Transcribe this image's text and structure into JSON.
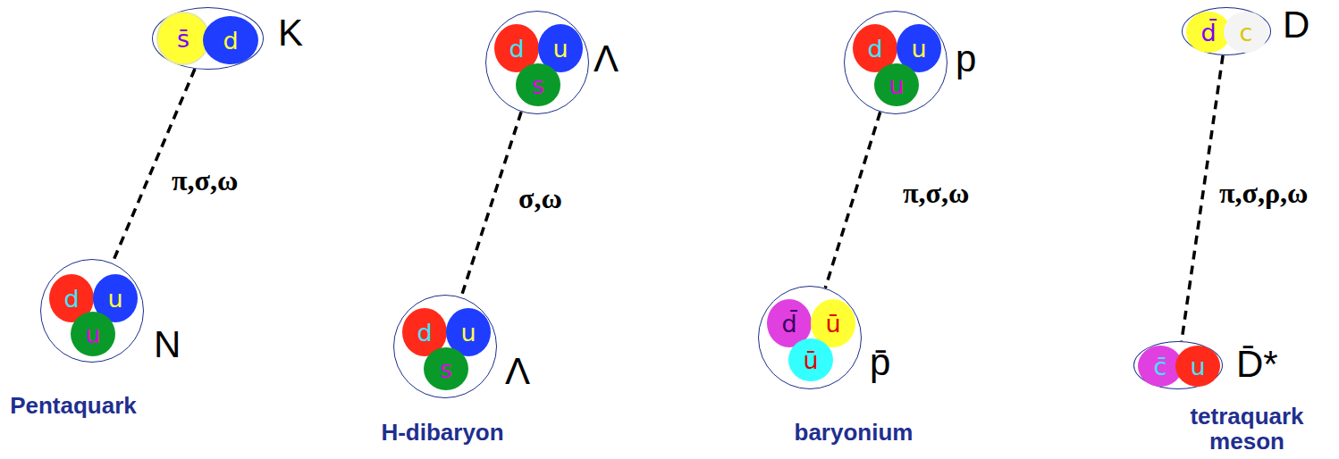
{
  "diagram": {
    "nodes": [
      {
        "text": [
          "K"
        ]
      },
      {
        "text": [
          "s̄"
        ],
        "in": 0
      },
      {
        "text": [
          "d"
        ],
        "in": 0
      },
      {
        "text": [
          "N"
        ]
      },
      {
        "text": [
          "d"
        ],
        "in": 3
      },
      {
        "text": [
          "u"
        ],
        "in": 3
      },
      {
        "text": [
          "u"
        ],
        "in": 3
      },
      {
        "text": [
          "Λ"
        ]
      },
      {
        "text": [
          "d"
        ],
        "in": 7
      },
      {
        "text": [
          "u"
        ],
        "in": 7
      },
      {
        "text": [
          "s"
        ],
        "in": 7
      },
      {
        "text": [
          "Λ"
        ]
      },
      {
        "text": [
          "d"
        ],
        "in": 11
      },
      {
        "text": [
          "u"
        ],
        "in": 11
      },
      {
        "text": [
          "s"
        ],
        "in": 11
      },
      {
        "text": [
          "p"
        ]
      },
      {
        "text": [
          "d"
        ],
        "in": 15
      },
      {
        "text": [
          "u"
        ],
        "in": 15
      },
      {
        "text": [
          "u"
        ],
        "in": 15
      },
      {
        "text": [
          "p̄"
        ]
      },
      {
        "text": [
          "d̄"
        ],
        "in": 19
      },
      {
        "text": [
          "ū"
        ],
        "in": 19
      },
      {
        "text": [
          "ū"
        ],
        "in": 19
      },
      {
        "text": [
          "D"
        ]
      },
      {
        "text": [
          "d̄"
        ],
        "in": 23
      },
      {
        "text": [
          "c"
        ],
        "in": 23
      },
      {
        "text": [
          "D̄*"
        ]
      },
      {
        "text": [
          "c̄"
        ],
        "in": 26
      },
      {
        "text": [
          "u"
        ],
        "in": 26
      }
    ],
    "edges": [
      {
        "from": 0,
        "to": 3,
        "arrow": "none",
        "label": "π,σ,ω"
      },
      {
        "from": 7,
        "to": 11,
        "arrow": "none",
        "label": "σ,ω"
      },
      {
        "from": 15,
        "to": 19,
        "arrow": "none",
        "label": "π,σ,ω"
      },
      {
        "from": 23,
        "to": 26,
        "arrow": "none",
        "label": "π,σ,ρ,ω"
      }
    ],
    "labels": [
      "Pentaquark",
      "H-dibaryon",
      "baryonium",
      "tetraquark meson"
    ]
  }
}
